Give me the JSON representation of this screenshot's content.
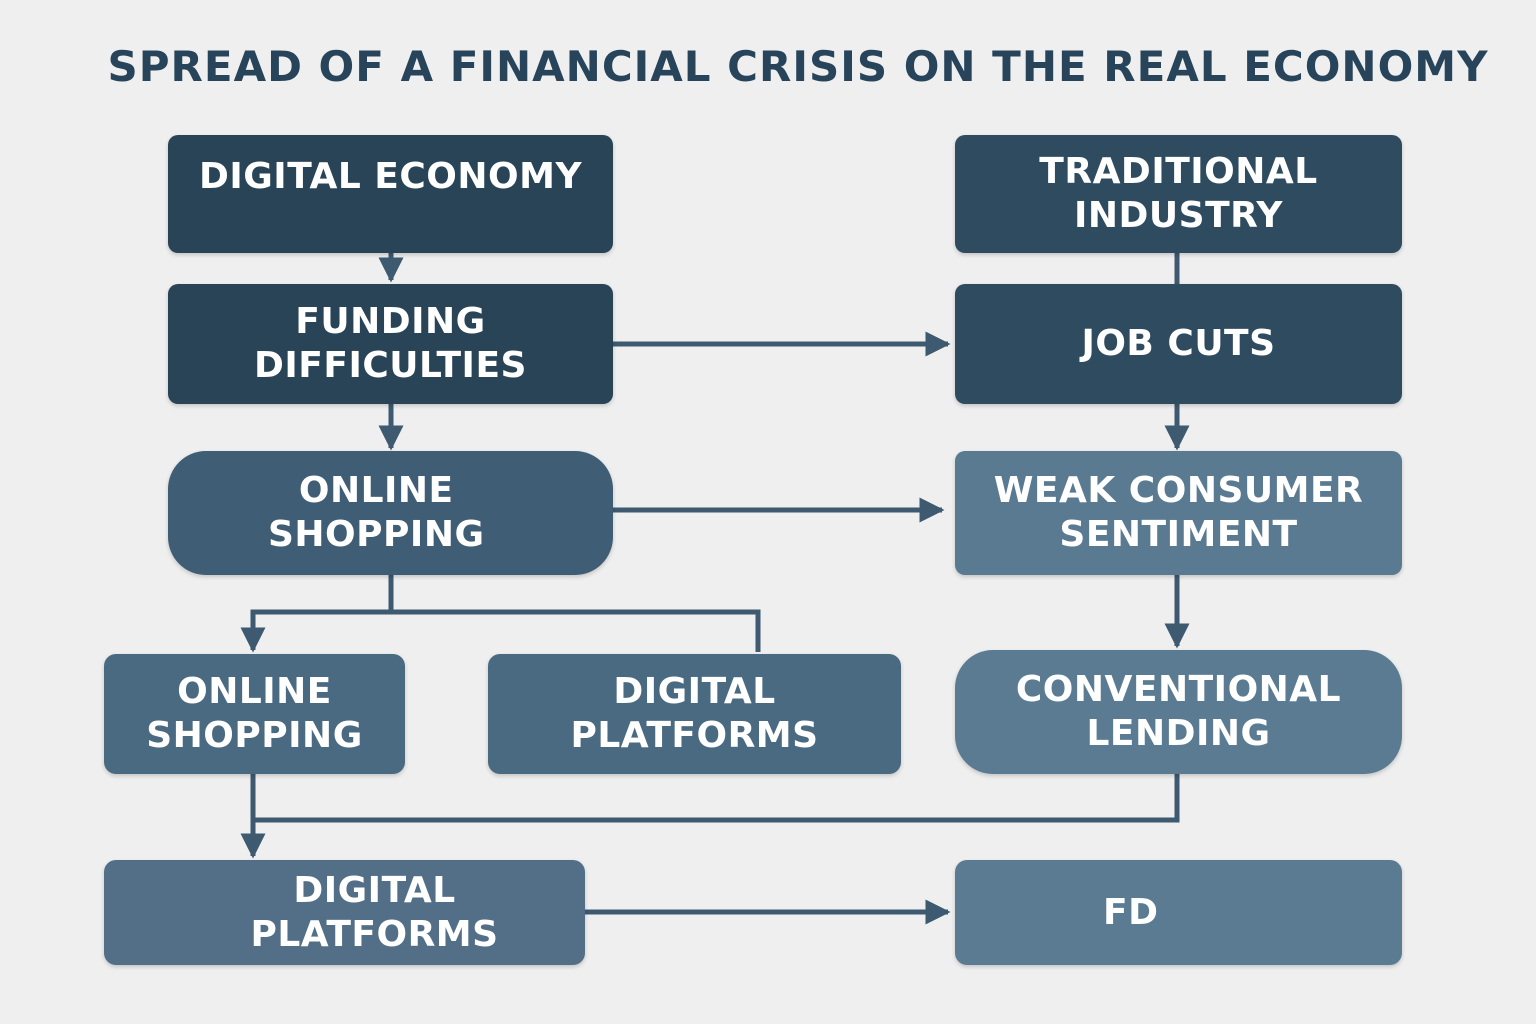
{
  "title": "SPREAD OF A FINANCIAL CRISIS ON THE REAL ECONOMY",
  "nodes": {
    "digital_economy": "DIGITAL ECONOMY",
    "traditional_industry": "TRADITIONAL\nINDUSTRY",
    "funding_difficulties": "FUNDING\nDIFFICULTIES",
    "job_cuts": "JOB CUTS",
    "online_shopping_main": "ONLINE\nSHOPPING",
    "weak_consumer_sentiment": "WEAK CONSUMER\nSENTIMENT",
    "online_shopping_sub": "ONLINE\nSHOPPING",
    "digital_platforms_sub": "DIGITAL\nPLATFORMS",
    "conventional_lending": "CONVENTIONAL\nLENDING",
    "digital_platforms_bottom": "DIGITAL PLATFORMS",
    "fd": "FD"
  },
  "colors": {
    "title": "#27445a",
    "connector": "#3d5a70",
    "background": "#efefef"
  }
}
